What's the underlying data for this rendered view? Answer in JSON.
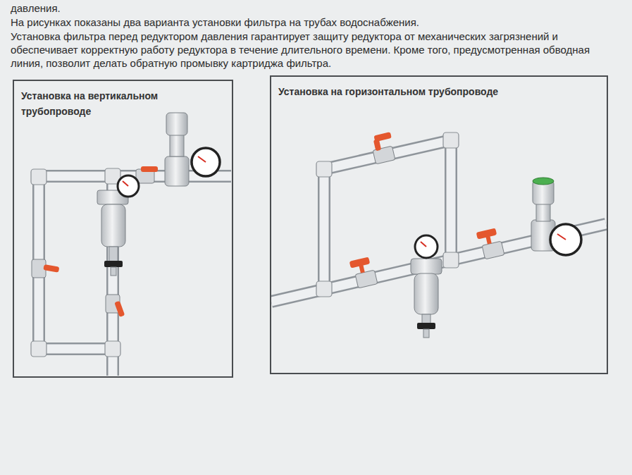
{
  "diagram": {
    "nodes": [
      {
        "text": [
          "Установка на вертикальном трубопроводе"
        ]
      },
      {
        "text": [
          "Установка на горизонтальном трубопроводе"
        ]
      }
    ],
    "labels": [
      "давления.",
      "На рисунках показаны два варианта установки фильтра на трубах водоснабжения.",
      "Установка фильтра перед редуктором давления гарантирует защиту редуктора от механических загрязнений и обеспечивает корректную работу редуктора в течение длительного времени. Кроме того, предусмотренная обводная линия, позволит делать обратную промывку картриджа фильтра."
    ]
  }
}
